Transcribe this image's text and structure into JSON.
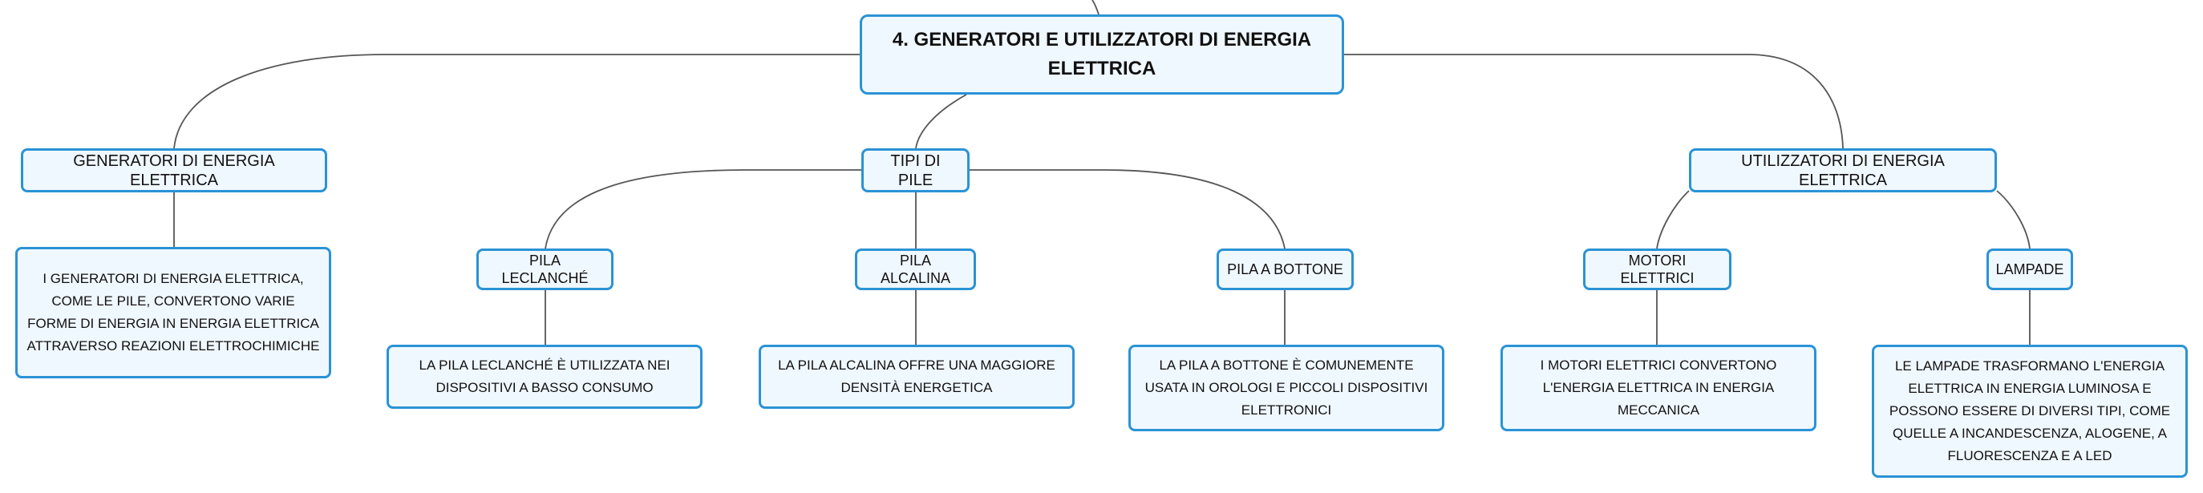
{
  "colors": {
    "node_fill": "#f0f8ff",
    "node_border": "#2a93d5",
    "connector": "#555555",
    "text": "#111111"
  },
  "root": {
    "title": "4. GENERATORI E UTILIZZATORI DI ENERGIA ELETTRICA"
  },
  "branches": {
    "generatori": {
      "label": "GENERATORI DI ENERGIA ELETTRICA",
      "description": "I GENERATORI DI ENERGIA ELETTRICA, COME LE PILE, CONVERTONO VARIE FORME DI ENERGIA IN ENERGIA ELETTRICA ATTRAVERSO REAZIONI ELETTROCHIMICHE"
    },
    "tipi_di_pile": {
      "label": "TIPI DI PILE",
      "leclanche": {
        "label": "PILA LECLANCHÉ",
        "description": "LA PILA LECLANCHÉ È UTILIZZATA NEI DISPOSITIVI A BASSO CONSUMO"
      },
      "alcalina": {
        "label": "PILA ALCALINA",
        "description": "LA PILA ALCALINA OFFRE UNA MAGGIORE DENSITÀ ENERGETICA"
      },
      "bottone": {
        "label": "PILA A BOTTONE",
        "description": "LA PILA A BOTTONE È COMUNEMENTE USATA IN OROLOGI E PICCOLI DISPOSITIVI ELETTRONICI"
      }
    },
    "utilizzatori": {
      "label": "UTILIZZATORI DI ENERGIA ELETTRICA",
      "motori": {
        "label": "MOTORI ELETTRICI",
        "description": "I MOTORI ELETTRICI CONVERTONO L'ENERGIA ELETTRICA IN ENERGIA MECCANICA"
      },
      "lampade": {
        "label": "LAMPADE",
        "description": "LE LAMPADE TRASFORMANO L'ENERGIA ELETTRICA IN ENERGIA LUMINOSA E POSSONO ESSERE DI DIVERSI TIPI, COME QUELLE A INCANDESCENZA, ALOGENE, A FLUORESCENZA E A LED"
      }
    }
  }
}
